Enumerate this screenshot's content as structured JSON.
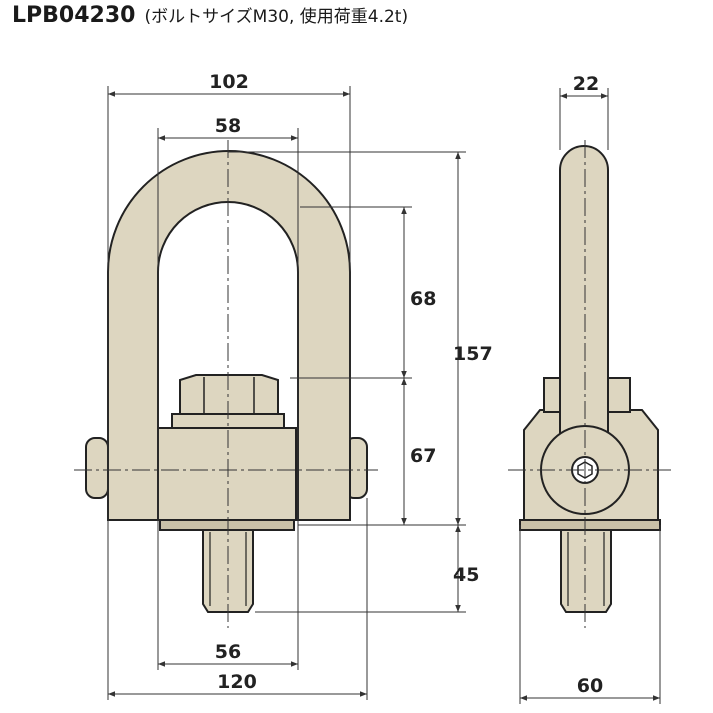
{
  "title": {
    "model": "LPB04230",
    "spec": "(ボルトサイズM30, 使用荷重4.2t)"
  },
  "dimensions": {
    "overall_width": "102",
    "inner_width": "58",
    "inner_height": "68",
    "body_height": "67",
    "overall_height": "157",
    "thread_length": "45",
    "base_width": "56",
    "outer_width": "120",
    "side_thickness": "22",
    "side_width": "60"
  },
  "colors": {
    "steel": "#ddd6c0",
    "steel_dark": "#c9c1a8",
    "outline": "#222222",
    "dimension_line": "#333333"
  }
}
